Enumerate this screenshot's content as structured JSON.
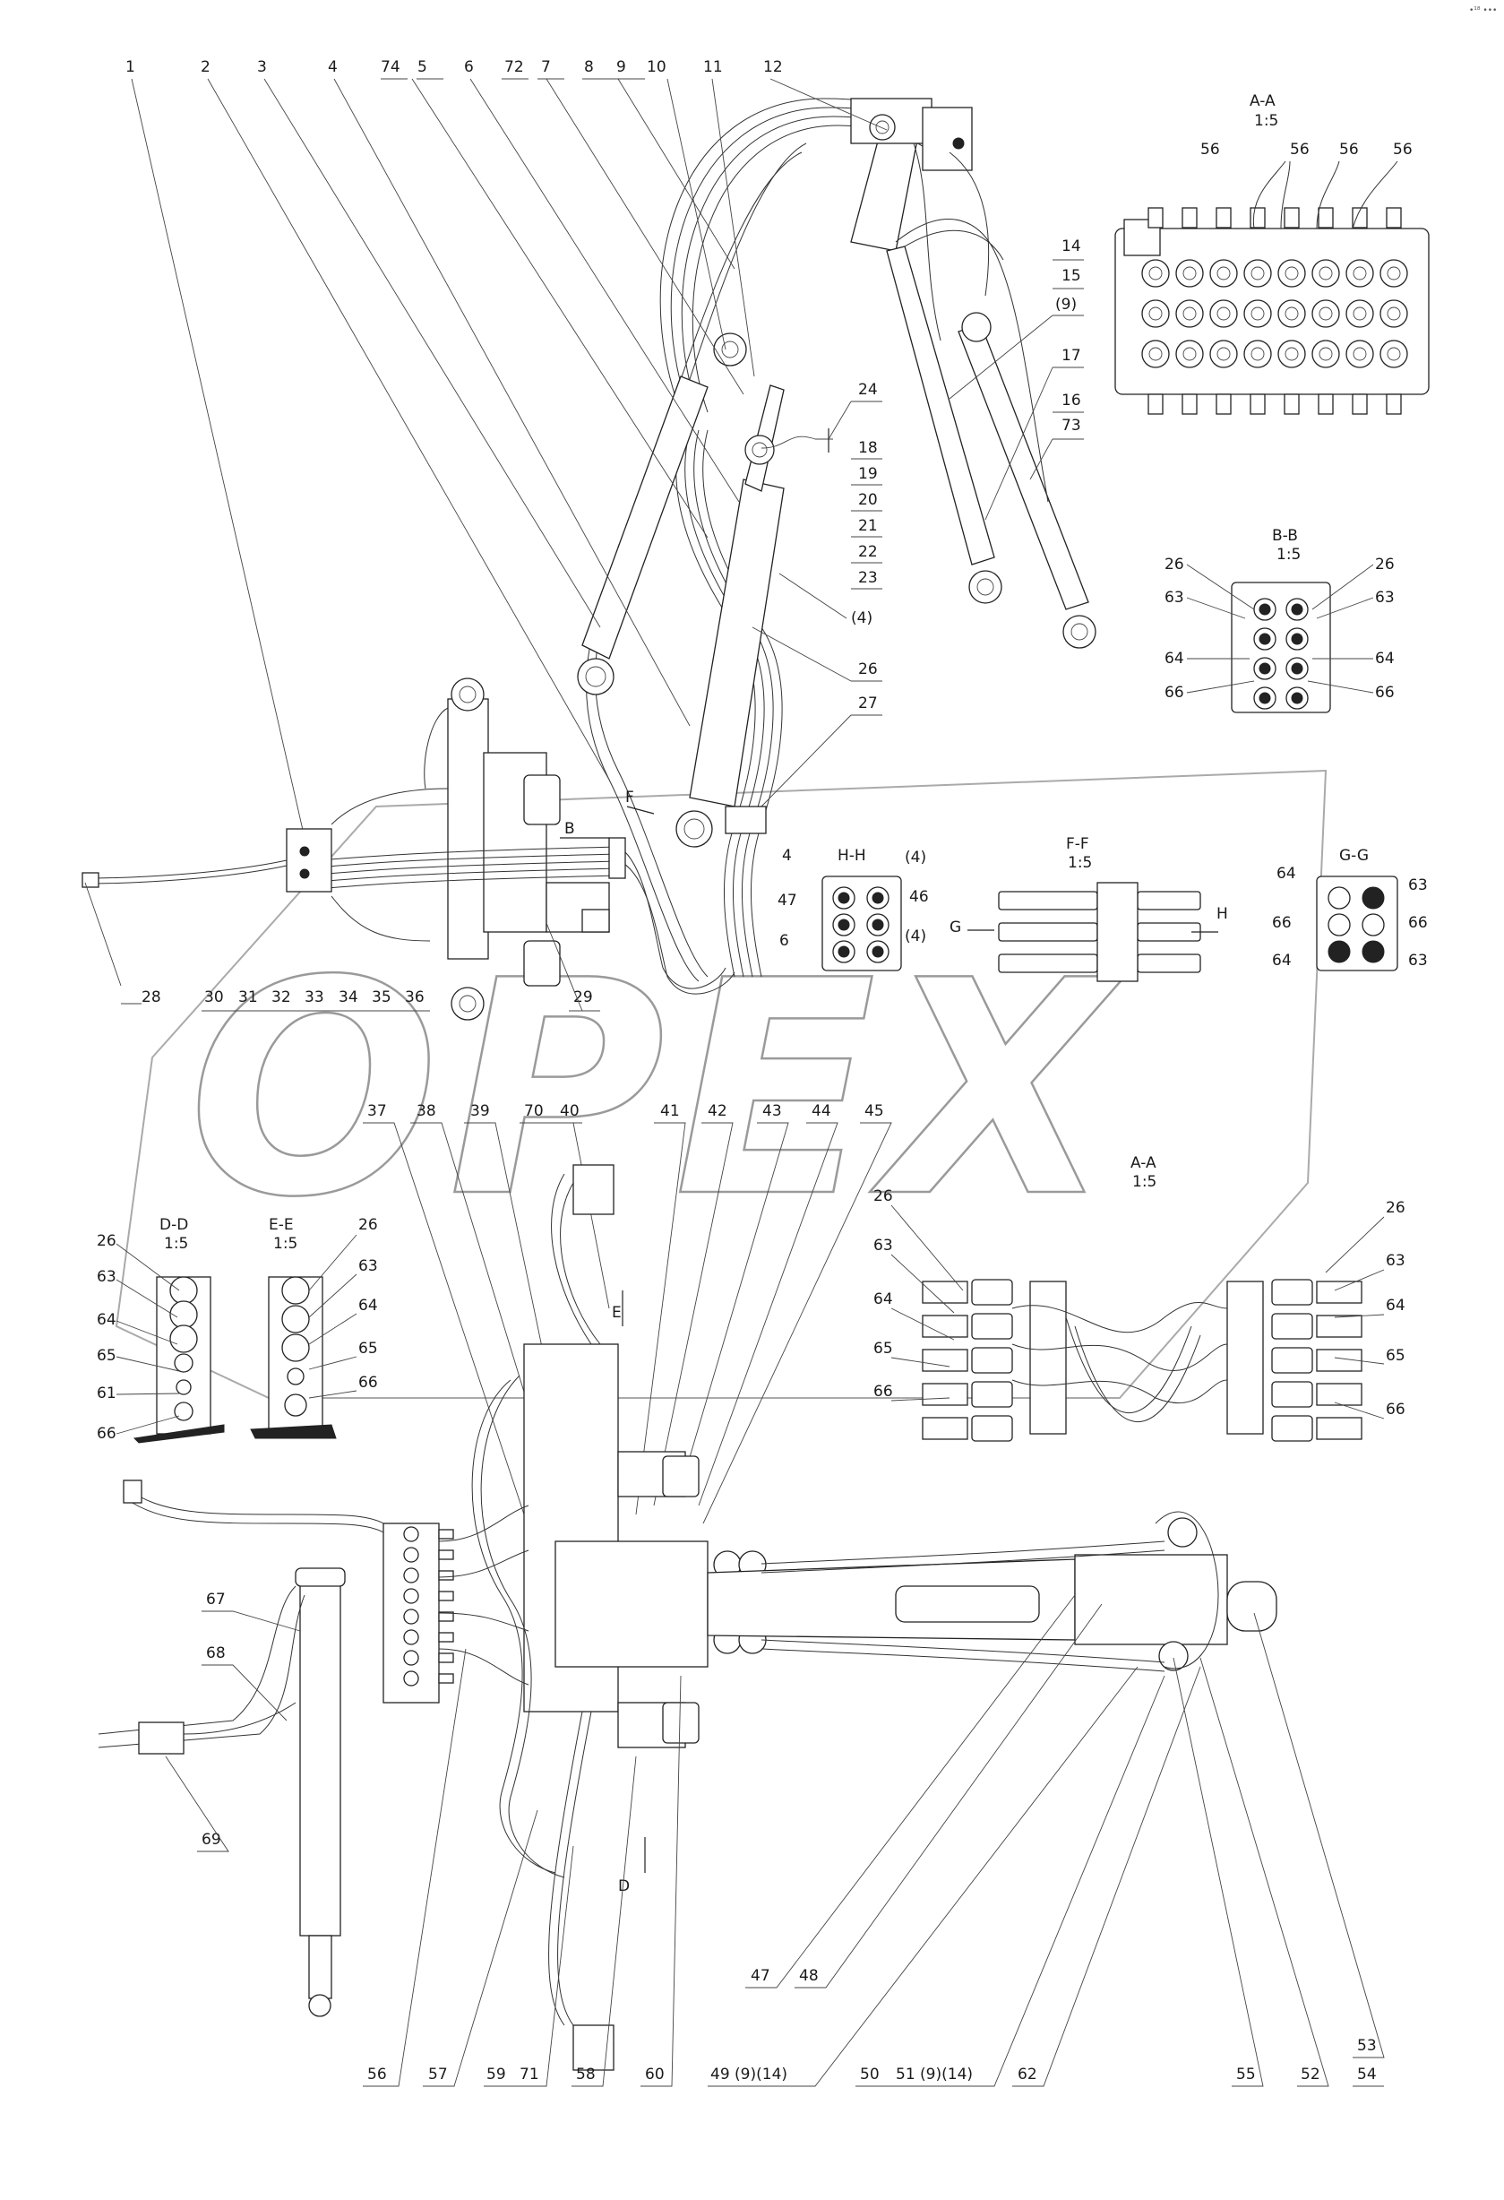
{
  "corner_mark": "•¹⁸ •••",
  "watermark": "OPEX",
  "top_labels": [
    "1",
    "2",
    "3",
    "4",
    "74",
    "5",
    "6",
    "72",
    "7",
    "8",
    "9",
    "10",
    "11",
    "12"
  ],
  "right_upper_labels": [
    "14",
    "15",
    "(9)",
    "17",
    "16",
    "73"
  ],
  "cyl_labels": [
    "24",
    "18",
    "19",
    "20",
    "21",
    "22",
    "23",
    "(4)",
    "26",
    "27"
  ],
  "left_labels": [
    "28",
    "30",
    "31",
    "32",
    "33",
    "34",
    "35",
    "36",
    "29"
  ],
  "mid_labels": [
    "37",
    "38",
    "39",
    "70",
    "40",
    "41",
    "42",
    "43",
    "44",
    "45"
  ],
  "bottom_labels": [
    "56",
    "57",
    "59",
    "71",
    "58",
    "60",
    "49 (9)(14)",
    "50",
    "51 (9)(14)",
    "62",
    "55",
    "52",
    "53",
    "54",
    "47",
    "48",
    "67",
    "68",
    "69"
  ],
  "sections": {
    "aa_top": {
      "title": "A-A",
      "scale": "1:5",
      "labels": [
        "56",
        "56",
        "56",
        "56"
      ]
    },
    "bb": {
      "title": "B-B",
      "scale": "1:5",
      "labels": [
        "26",
        "63",
        "64",
        "66",
        "26",
        "63",
        "64",
        "66"
      ]
    },
    "hh": {
      "title": "H-H",
      "labels": [
        "4",
        "47",
        "6",
        "(4)",
        "46",
        "(4)"
      ]
    },
    "ff": {
      "title": "F-F",
      "scale": "1:5",
      "arrows": [
        "G",
        "H"
      ]
    },
    "gg": {
      "title": "G-G",
      "labels": [
        "64",
        "66",
        "64",
        "63",
        "66",
        "63"
      ]
    },
    "dd": {
      "title": "D-D",
      "scale": "1:5",
      "labels": [
        "26",
        "63",
        "64",
        "65",
        "61",
        "66"
      ]
    },
    "ee": {
      "title": "E-E",
      "scale": "1:5",
      "labels": [
        "26",
        "63",
        "64",
        "65",
        "66"
      ]
    },
    "aa_bottom": {
      "title": "A-A",
      "scale": "1:5",
      "labels_left": [
        "26",
        "63",
        "64",
        "65",
        "66"
      ],
      "labels_right": [
        "26",
        "63",
        "64",
        "65",
        "66"
      ]
    }
  },
  "view_markers": {
    "b": "B",
    "f": "F",
    "e": "E",
    "d": "D"
  }
}
